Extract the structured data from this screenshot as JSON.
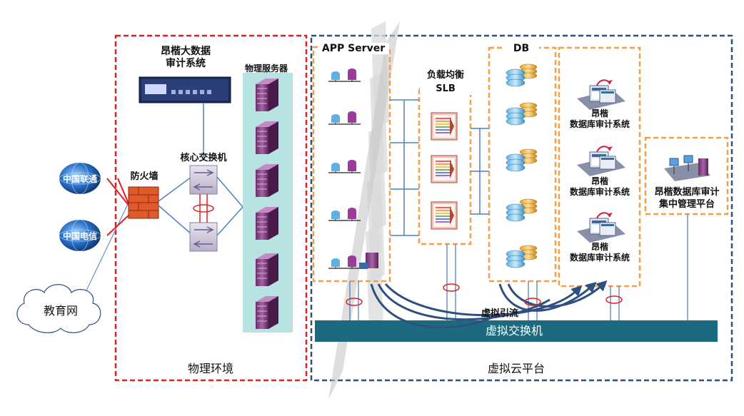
{
  "colors": {
    "physical_border": "#e02020",
    "virtual_border": "#2f4f7f",
    "orange_dash": "#f0a04b",
    "switch_bar": "#1b6a80",
    "link_blue": "#4f81bd",
    "server_panel": "#b7e3e3",
    "cloud_blue": "#2a6fc7"
  },
  "isps": [
    "中国联通",
    "中国电信"
  ],
  "edu_network": "教育网",
  "physical": {
    "zone_label": "物理环境",
    "audit_title_line1": "昂楷大数据",
    "audit_title_line2": "审计系统",
    "firewall_label": "防火墙",
    "core_switch_label": "核心交换机",
    "physical_servers_label": "物理服务器"
  },
  "virtual": {
    "zone_label": "虚拟云平台",
    "app_server_label": "APP Server",
    "slb_label_line1": "负载均衡",
    "slb_label_line2": "SLB",
    "db_label": "DB",
    "audit_nodes": [
      {
        "line1": "昂楷",
        "line2": "数据库审计系统"
      },
      {
        "line1": "昂楷",
        "line2": "数据库审计系统"
      },
      {
        "line1": "昂楷",
        "line2": "数据库审计系统"
      }
    ],
    "mgmt_platform_line1": "昂楷数据库审计",
    "mgmt_platform_line2": "集中管理平台",
    "traffic_redirect_label": "虚拟引流",
    "virtual_switch_label": "虚拟交换机"
  }
}
